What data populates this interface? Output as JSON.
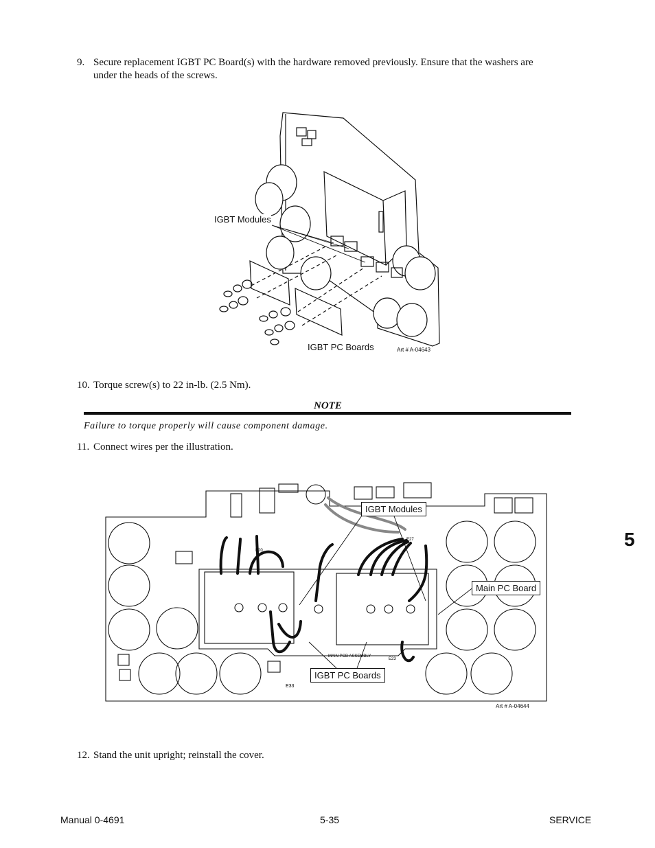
{
  "steps": [
    {
      "num": "9.",
      "text": "Secure replacement IGBT PC Board(s) with the hardware removed previously.  Ensure that the washers are",
      "text2": "under the heads of the screws."
    },
    {
      "num": "10.",
      "text": "Torque screw(s) to 22  in-lb. (2.5 Nm)."
    },
    {
      "num": "11.",
      "text": "Connect wires per the illustration."
    },
    {
      "num": "12.",
      "text": "Stand the unit upright; reinstall the cover."
    }
  ],
  "figure1": {
    "label_modules": "IGBT Modules",
    "label_boards": "IGBT PC Boards",
    "art": "Art # A-04643"
  },
  "note": {
    "title": "NOTE",
    "text": "Failure to torque properly will cause component damage."
  },
  "figure2": {
    "label_modules": "IGBT Modules",
    "label_main": "Main PC Board",
    "label_boards": "IGBT PC Boards",
    "art": "Art # A-04644",
    "silk_main": "MAIN PCB ASSEMBLY",
    "silk_e33": "E33",
    "silk_e27": "E27",
    "silk_e23": "E23",
    "silk_e20": "E20"
  },
  "section_tab": "5",
  "footer": {
    "left": "Manual 0-4691",
    "center": "5-35",
    "right": "SERVICE"
  }
}
